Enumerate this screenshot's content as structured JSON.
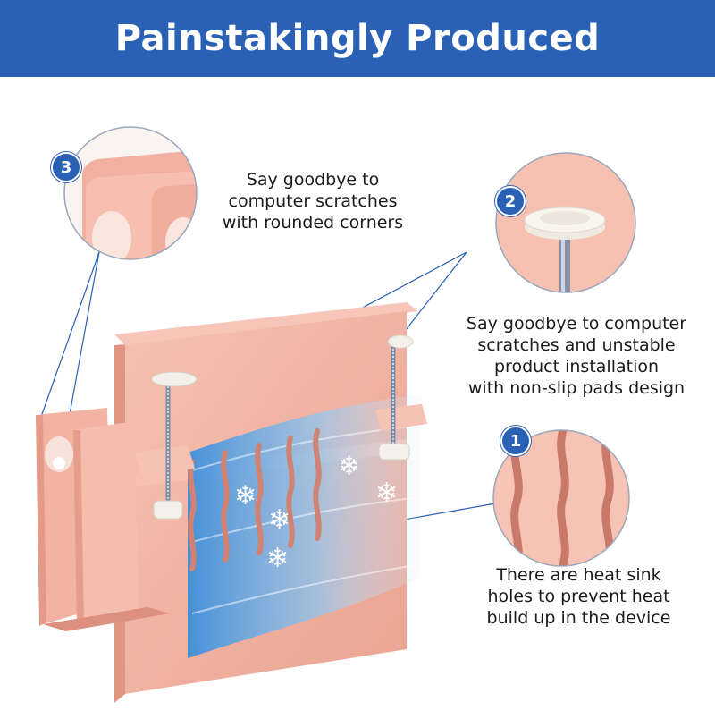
{
  "header": {
    "title": "Painstakingly Produced"
  },
  "callouts": [
    {
      "number": "3",
      "icon": "rounded-corner-closeup",
      "text_lines": [
        "Say goodbye to",
        "computer scratches",
        "with rounded corners"
      ]
    },
    {
      "number": "2",
      "icon": "non-slip-pad-screw-closeup",
      "text_lines": [
        "Say goodbye to computer",
        "scratches and unstable",
        "product installation",
        "with non-slip pads design"
      ]
    },
    {
      "number": "1",
      "icon": "heat-sink-holes-closeup",
      "text_lines": [
        "There are heat sink",
        "holes to prevent heat",
        "build up in the device"
      ]
    }
  ],
  "colors": {
    "banner": "#2a61b4",
    "product": "#f2b6a5",
    "product_shade": "#e59e8c",
    "airflow": "#6aaee6",
    "leader_line": "#2a61b4"
  }
}
